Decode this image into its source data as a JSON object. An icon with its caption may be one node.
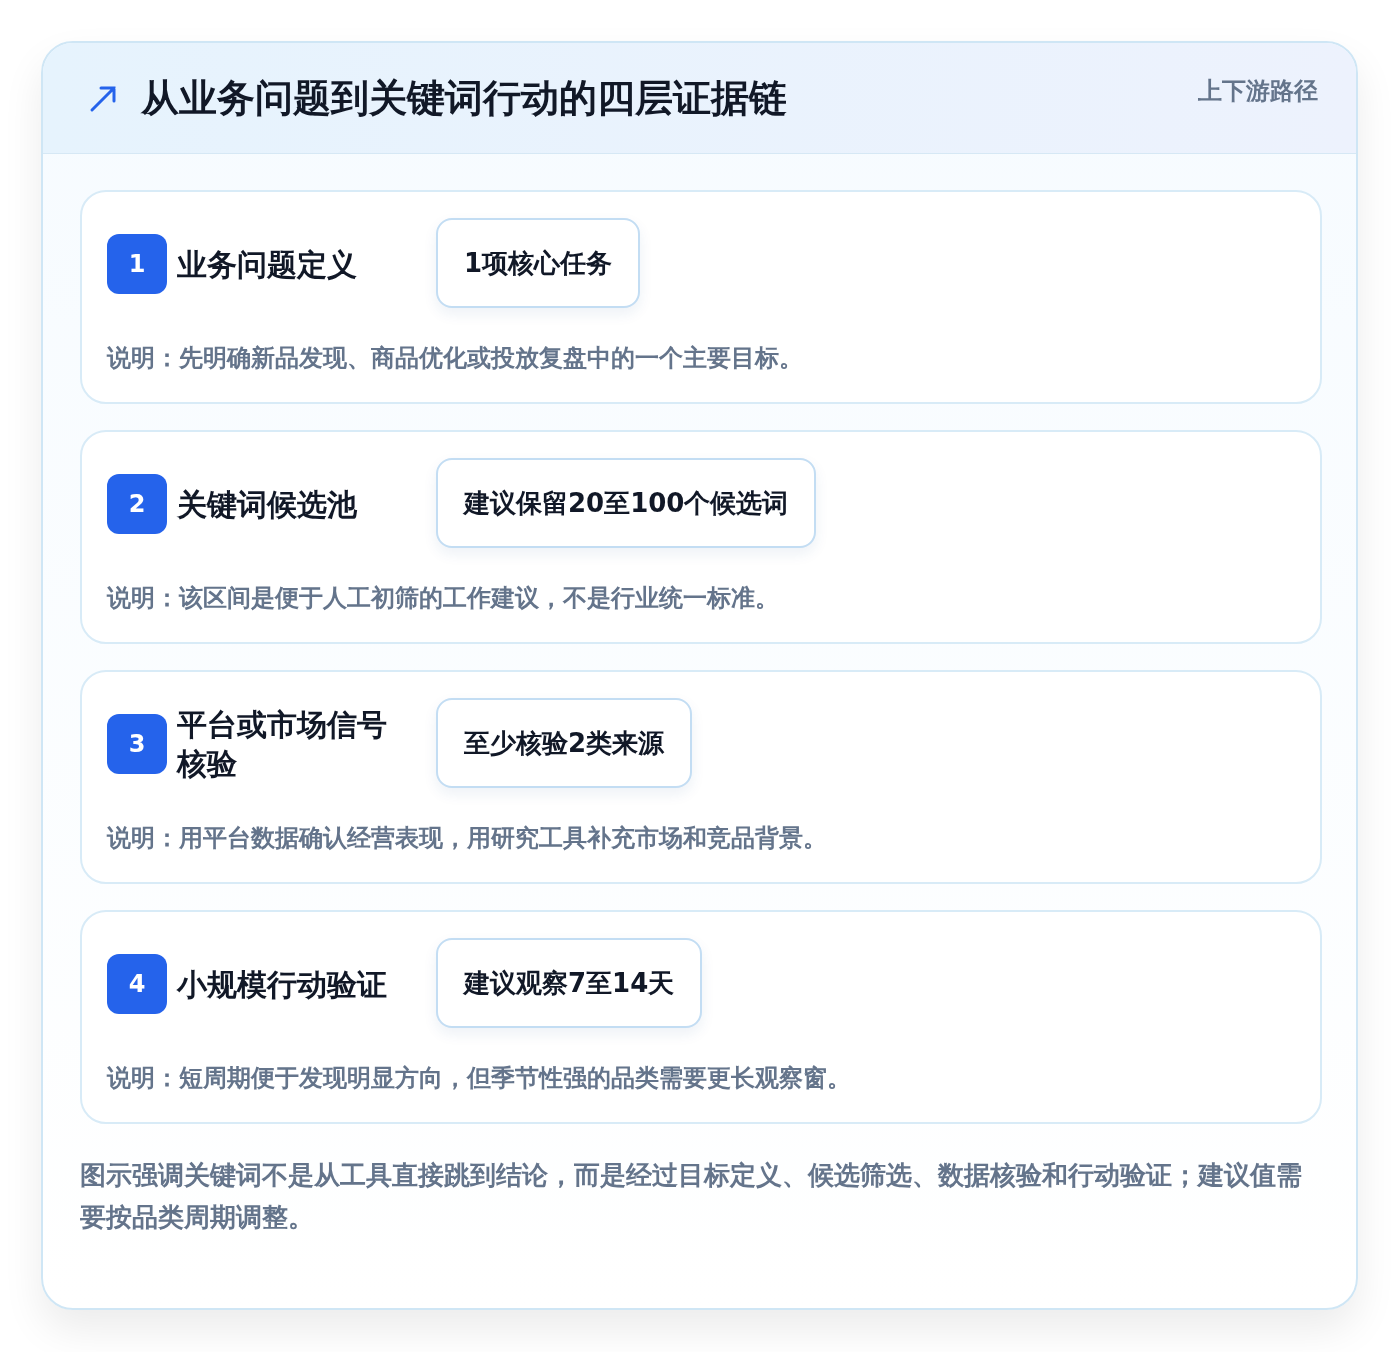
{
  "diagram": {
    "title": "从业务问题到关键词行动的四层证据链",
    "caption": "图示强调关键词不是从工具直接跳到结论，而是经过目标定义、候选筛选、数据核验和行动验证；建议值需要按品类周期调整。",
    "nodes": [
      {
        "text": [
          "业务问题定义",
          "说明：先明确新品发现、商品优化或投放复盘中的一个主要目标。"
        ]
      },
      {
        "text": [
          "1"
        ],
        "in": 0
      },
      {
        "text": [
          "1项核心任务"
        ],
        "in": 0
      },
      {
        "text": [
          "关键词候选池",
          "说明：该区间是便于人工初筛的工作建议，不是行业统一标准。"
        ]
      },
      {
        "text": [
          "2"
        ],
        "in": 3
      },
      {
        "text": [
          "建议保留20至100个候选词"
        ],
        "in": 3
      },
      {
        "text": [
          "平台或市场信号核验",
          "说明：用平台数据确认经营表现，用研究工具补充市场和竞品背景。"
        ]
      },
      {
        "text": [
          "3"
        ],
        "in": 6
      },
      {
        "text": [
          "至少核验2类来源"
        ],
        "in": 6
      },
      {
        "text": [
          "小规模行动验证",
          "说明：短周期便于发现明显方向，但季节性强的品类需要更长观察窗。"
        ]
      },
      {
        "text": [
          "4"
        ],
        "in": 9
      },
      {
        "text": [
          "建议观察7至14天"
        ],
        "in": 9
      }
    ],
    "edges": [],
    "labels": [
      "上下游路径"
    ]
  }
}
